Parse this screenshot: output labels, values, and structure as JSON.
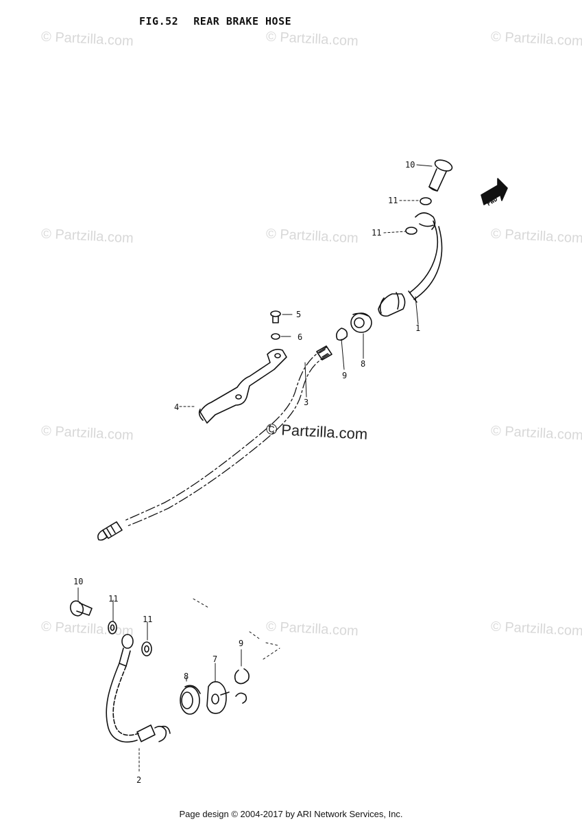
{
  "figure": {
    "number": "FIG.52",
    "name": "REAR BRAKE HOSE"
  },
  "watermark": "© Partzilla.com",
  "center_watermark": "© Partzilla.com",
  "callouts": {
    "hose_1_top": "1",
    "hose_2_bottom": "2",
    "pipe_3": "3",
    "bracket_4": "4",
    "bolt_5": "5",
    "washer_6": "6",
    "grommet_7": "7",
    "cushion_8_top": "8",
    "cushion_8_bottom": "8",
    "clip_9_top": "9",
    "clip_9_bottom": "9",
    "union_bolt_10_top": "10",
    "union_bolt_10_bottom": "10",
    "gasket_11_top_a": "11",
    "gasket_11_top_b": "11",
    "gasket_11_bottom_a": "11",
    "gasket_11_bottom_b": "11"
  },
  "fwd_arrow": "FWD",
  "footer": "Page design © 2004-2017 by ARI Network Services, Inc."
}
